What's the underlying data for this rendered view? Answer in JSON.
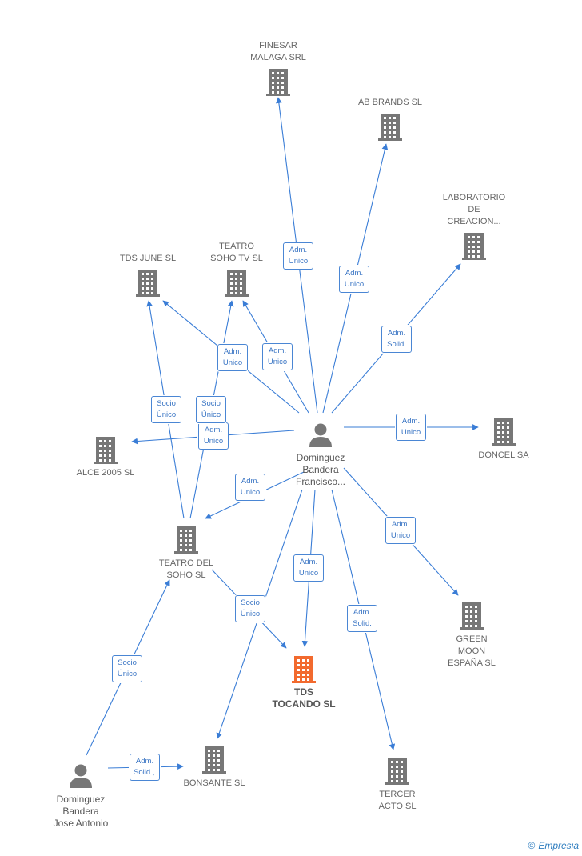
{
  "colors": {
    "edge": "#3a7dd6",
    "building": "#777777",
    "main_building": "#f26a2e",
    "person": "#777777"
  },
  "nodes": [
    {
      "id": "finesar",
      "label": "FINESAR\nMALAGA SRL",
      "kind": "company"
    },
    {
      "id": "abbrands",
      "label": "AB BRANDS SL",
      "kind": "company"
    },
    {
      "id": "laboratorio",
      "label": "LABORATORIO\nDE\nCREACION...",
      "kind": "company"
    },
    {
      "id": "tdsjune",
      "label": "TDS JUNE  SL",
      "kind": "company"
    },
    {
      "id": "teatrosohotv",
      "label": "TEATRO\nSOHO TV  SL",
      "kind": "company"
    },
    {
      "id": "alce",
      "label": "ALCE 2005 SL",
      "kind": "company"
    },
    {
      "id": "doncel",
      "label": "DONCEL SA",
      "kind": "company"
    },
    {
      "id": "francisco",
      "label": "Dominguez\nBandera\nFrancisco...",
      "kind": "person"
    },
    {
      "id": "teatrodelsoho",
      "label": "TEATRO DEL\nSOHO  SL",
      "kind": "company"
    },
    {
      "id": "greenmoon",
      "label": "GREEN\nMOON\nESPAÑA SL",
      "kind": "company"
    },
    {
      "id": "tdstocando",
      "label": "TDS\nTOCANDO  SL",
      "kind": "main"
    },
    {
      "id": "tercer",
      "label": "TERCER\nACTO  SL",
      "kind": "company"
    },
    {
      "id": "bonsante",
      "label": "BONSANTE  SL",
      "kind": "company"
    },
    {
      "id": "jose",
      "label": "Dominguez\nBandera\nJose Antonio",
      "kind": "person"
    }
  ],
  "edges": [
    {
      "from": "francisco",
      "to": "finesar",
      "label": "Adm.\nUnico"
    },
    {
      "from": "francisco",
      "to": "abbrands",
      "label": "Adm.\nUnico"
    },
    {
      "from": "francisco",
      "to": "laboratorio",
      "label": "Adm.\nSolid."
    },
    {
      "from": "francisco",
      "to": "tdsjune",
      "label": "Adm.\nUnico"
    },
    {
      "from": "francisco",
      "to": "teatrosohotv",
      "label": "Adm.\nUnico"
    },
    {
      "from": "francisco",
      "to": "alce",
      "label": "Adm.\nUnico"
    },
    {
      "from": "francisco",
      "to": "doncel",
      "label": "Adm.\nUnico"
    },
    {
      "from": "francisco",
      "to": "teatrodelsoho",
      "label": "Adm.\nUnico"
    },
    {
      "from": "francisco",
      "to": "greenmoon",
      "label": "Adm.\nUnico"
    },
    {
      "from": "francisco",
      "to": "tdstocando",
      "label": "Adm.\nUnico"
    },
    {
      "from": "francisco",
      "to": "tercer",
      "label": "Adm.\nSolid."
    },
    {
      "from": "francisco",
      "to": "bonsante",
      "label": ""
    },
    {
      "from": "teatrodelsoho",
      "to": "tdsjune",
      "label": "Socio\nÚnico"
    },
    {
      "from": "teatrodelsoho",
      "to": "teatrosohotv",
      "label": "Socio\nÚnico"
    },
    {
      "from": "teatrodelsoho",
      "to": "tdstocando",
      "label": "Socio\nÚnico"
    },
    {
      "from": "jose",
      "to": "teatrodelsoho",
      "label": "Socio\nÚnico"
    },
    {
      "from": "jose",
      "to": "bonsante",
      "label": "Adm.\nSolid.,..."
    }
  ],
  "footer": {
    "copyright": "©",
    "brand": "Empresia"
  }
}
